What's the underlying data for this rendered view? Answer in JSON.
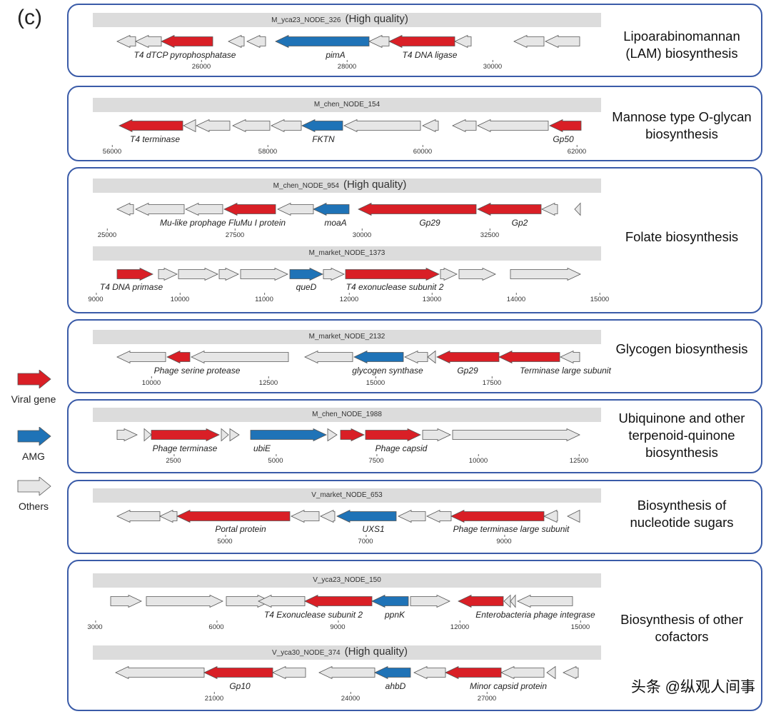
{
  "panel_label": "(c)",
  "legend": [
    {
      "label": "Viral gene",
      "type": "viral"
    },
    {
      "label": "AMG",
      "type": "amg"
    },
    {
      "label": "Others",
      "type": "other"
    }
  ],
  "colors": {
    "viral": "#d91f26",
    "amg": "#1f73b7",
    "other": "#e6e6e6",
    "stroke": "#555555",
    "border": "#3a5ba8"
  },
  "watermark": "头条 @纵观人间事",
  "panels": [
    {
      "pathway": "Lipoarabinomannan (LAM) biosynthesis",
      "tracks": [
        {
          "name": "M_yca23_NODE_326",
          "hq": "(High quality)",
          "ticks": [
            "26000",
            "28000",
            "30000"
          ],
          "genes": [
            {
              "type": "other",
              "dir": "L"
            },
            {
              "type": "other",
              "dir": "L"
            },
            {
              "type": "viral",
              "dir": "L"
            },
            {
              "type": "other",
              "dir": "L"
            },
            {
              "type": "other",
              "dir": "L"
            },
            {
              "type": "amg",
              "dir": "L"
            },
            {
              "type": "other",
              "dir": "L"
            },
            {
              "type": "viral",
              "dir": "L"
            },
            {
              "type": "other",
              "dir": "L"
            },
            {
              "type": "other",
              "dir": "L"
            },
            {
              "type": "other",
              "dir": "L"
            }
          ],
          "labels": [
            "T4 dTCP pyrophosphatase",
            "pimA",
            "T4 DNA ligase"
          ]
        }
      ]
    },
    {
      "pathway": "Mannose type O-glycan biosynthesis",
      "tracks": [
        {
          "name": "M_chen_NODE_154",
          "hq": "",
          "ticks": [
            "56000",
            "58000",
            "60000",
            "62000"
          ],
          "genes": [
            {
              "type": "viral",
              "dir": "L"
            },
            {
              "type": "other",
              "dir": "L"
            },
            {
              "type": "other",
              "dir": "L"
            },
            {
              "type": "other",
              "dir": "L"
            },
            {
              "type": "other",
              "dir": "L"
            },
            {
              "type": "amg",
              "dir": "L"
            },
            {
              "type": "other",
              "dir": "L"
            },
            {
              "type": "other",
              "dir": "L"
            },
            {
              "type": "other",
              "dir": "L"
            },
            {
              "type": "other",
              "dir": "L"
            },
            {
              "type": "viral",
              "dir": "L"
            }
          ],
          "labels": [
            "T4 terminase",
            "FKTN",
            "Gp50"
          ]
        }
      ]
    },
    {
      "pathway": "Folate biosynthesis",
      "tracks": [
        {
          "name": "M_chen_NODE_954",
          "hq": "(High quality)",
          "ticks": [
            "25000",
            "27500",
            "30000",
            "32500"
          ],
          "genes": [
            {
              "type": "other",
              "dir": "L"
            },
            {
              "type": "other",
              "dir": "L"
            },
            {
              "type": "other",
              "dir": "L"
            },
            {
              "type": "viral",
              "dir": "L"
            },
            {
              "type": "other",
              "dir": "L"
            },
            {
              "type": "amg",
              "dir": "L"
            },
            {
              "type": "viral",
              "dir": "L"
            },
            {
              "type": "viral",
              "dir": "L"
            },
            {
              "type": "other",
              "dir": "L"
            },
            {
              "type": "other",
              "dir": "L"
            }
          ],
          "labels": [
            "Mu-like prophage FluMu I protein",
            "moaA",
            "Gp29",
            "Gp2"
          ]
        },
        {
          "name": "M_market_NODE_1373",
          "hq": "",
          "ticks": [
            "9000",
            "10000",
            "11000",
            "12000",
            "13000",
            "14000",
            "15000"
          ],
          "genes": [
            {
              "type": "viral",
              "dir": "R"
            },
            {
              "type": "other",
              "dir": "R"
            },
            {
              "type": "other",
              "dir": "R"
            },
            {
              "type": "other",
              "dir": "R"
            },
            {
              "type": "other",
              "dir": "R"
            },
            {
              "type": "amg",
              "dir": "R"
            },
            {
              "type": "other",
              "dir": "R"
            },
            {
              "type": "viral",
              "dir": "R"
            },
            {
              "type": "other",
              "dir": "R"
            },
            {
              "type": "other",
              "dir": "R"
            },
            {
              "type": "other",
              "dir": "R"
            }
          ],
          "labels": [
            "T4 DNA primase",
            "queD",
            "T4 exonuclease subunit 2"
          ]
        }
      ]
    },
    {
      "pathway": "Glycogen biosynthesis",
      "tracks": [
        {
          "name": "M_market_NODE_2132",
          "hq": "",
          "ticks": [
            "10000",
            "12500",
            "15000",
            "17500"
          ],
          "genes": [
            {
              "type": "other",
              "dir": "L"
            },
            {
              "type": "viral",
              "dir": "L"
            },
            {
              "type": "other",
              "dir": "L"
            },
            {
              "type": "other",
              "dir": "L"
            },
            {
              "type": "amg",
              "dir": "L"
            },
            {
              "type": "other",
              "dir": "L"
            },
            {
              "type": "other",
              "dir": "L"
            },
            {
              "type": "viral",
              "dir": "L"
            },
            {
              "type": "viral",
              "dir": "L"
            },
            {
              "type": "other",
              "dir": "L"
            }
          ],
          "labels": [
            "Phage serine protease",
            "glycogen synthase",
            "Gp29",
            "Terminase large subunit"
          ]
        }
      ]
    },
    {
      "pathway": "Ubiquinone and other terpenoid-quinone biosynthesis",
      "tracks": [
        {
          "name": "M_chen_NODE_1988",
          "hq": "",
          "ticks": [
            "2500",
            "5000",
            "7500",
            "10000",
            "12500"
          ],
          "genes": [
            {
              "type": "other",
              "dir": "R"
            },
            {
              "type": "other",
              "dir": "R"
            },
            {
              "type": "viral",
              "dir": "R"
            },
            {
              "type": "other",
              "dir": "R"
            },
            {
              "type": "other",
              "dir": "R"
            },
            {
              "type": "amg",
              "dir": "R"
            },
            {
              "type": "other",
              "dir": "R"
            },
            {
              "type": "viral",
              "dir": "R"
            },
            {
              "type": "viral",
              "dir": "R"
            },
            {
              "type": "other",
              "dir": "R"
            },
            {
              "type": "other",
              "dir": "R"
            }
          ],
          "labels": [
            "Phage terminase",
            "ubiE",
            "Phage capsid"
          ]
        }
      ]
    },
    {
      "pathway": "Biosynthesis of nucleotide sugars",
      "tracks": [
        {
          "name": "V_market_NODE_653",
          "hq": "",
          "ticks": [
            "5000",
            "7000",
            "9000"
          ],
          "genes": [
            {
              "type": "other",
              "dir": "L"
            },
            {
              "type": "other",
              "dir": "L"
            },
            {
              "type": "viral",
              "dir": "L"
            },
            {
              "type": "other",
              "dir": "L"
            },
            {
              "type": "other",
              "dir": "L"
            },
            {
              "type": "amg",
              "dir": "L"
            },
            {
              "type": "other",
              "dir": "L"
            },
            {
              "type": "other",
              "dir": "L"
            },
            {
              "type": "viral",
              "dir": "L"
            },
            {
              "type": "other",
              "dir": "L"
            },
            {
              "type": "other",
              "dir": "L"
            }
          ],
          "labels": [
            "Portal protein",
            "UXS1",
            "Phage terminase large subunit"
          ]
        }
      ]
    },
    {
      "pathway": "Biosynthesis of other cofactors",
      "tracks": [
        {
          "name": "V_yca23_NODE_150",
          "hq": "",
          "ticks": [
            "3000",
            "6000",
            "9000",
            "12000",
            "15000"
          ],
          "genes": [
            {
              "type": "other",
              "dir": "R"
            },
            {
              "type": "other",
              "dir": "R"
            },
            {
              "type": "other",
              "dir": "R"
            },
            {
              "type": "other",
              "dir": "L"
            },
            {
              "type": "viral",
              "dir": "L"
            },
            {
              "type": "amg",
              "dir": "L"
            },
            {
              "type": "other",
              "dir": "R"
            },
            {
              "type": "viral",
              "dir": "L"
            },
            {
              "type": "other",
              "dir": "L"
            },
            {
              "type": "other",
              "dir": "L"
            },
            {
              "type": "other",
              "dir": "L"
            }
          ],
          "labels": [
            "T4 Exonuclease subunit 2",
            "ppnK",
            "Enterobacteria phage integrase"
          ]
        },
        {
          "name": "V_yca30_NODE_374",
          "hq": "(High quality)",
          "ticks": [
            "21000",
            "24000",
            "27000"
          ],
          "genes": [
            {
              "type": "other",
              "dir": "L"
            },
            {
              "type": "viral",
              "dir": "L"
            },
            {
              "type": "other",
              "dir": "L"
            },
            {
              "type": "other",
              "dir": "L"
            },
            {
              "type": "amg",
              "dir": "L"
            },
            {
              "type": "other",
              "dir": "L"
            },
            {
              "type": "viral",
              "dir": "L"
            },
            {
              "type": "other",
              "dir": "L"
            },
            {
              "type": "other",
              "dir": "L"
            },
            {
              "type": "other",
              "dir": "L"
            }
          ],
          "labels": [
            "Gp10",
            "ahbD",
            "Minor capsid protein"
          ]
        }
      ]
    }
  ]
}
